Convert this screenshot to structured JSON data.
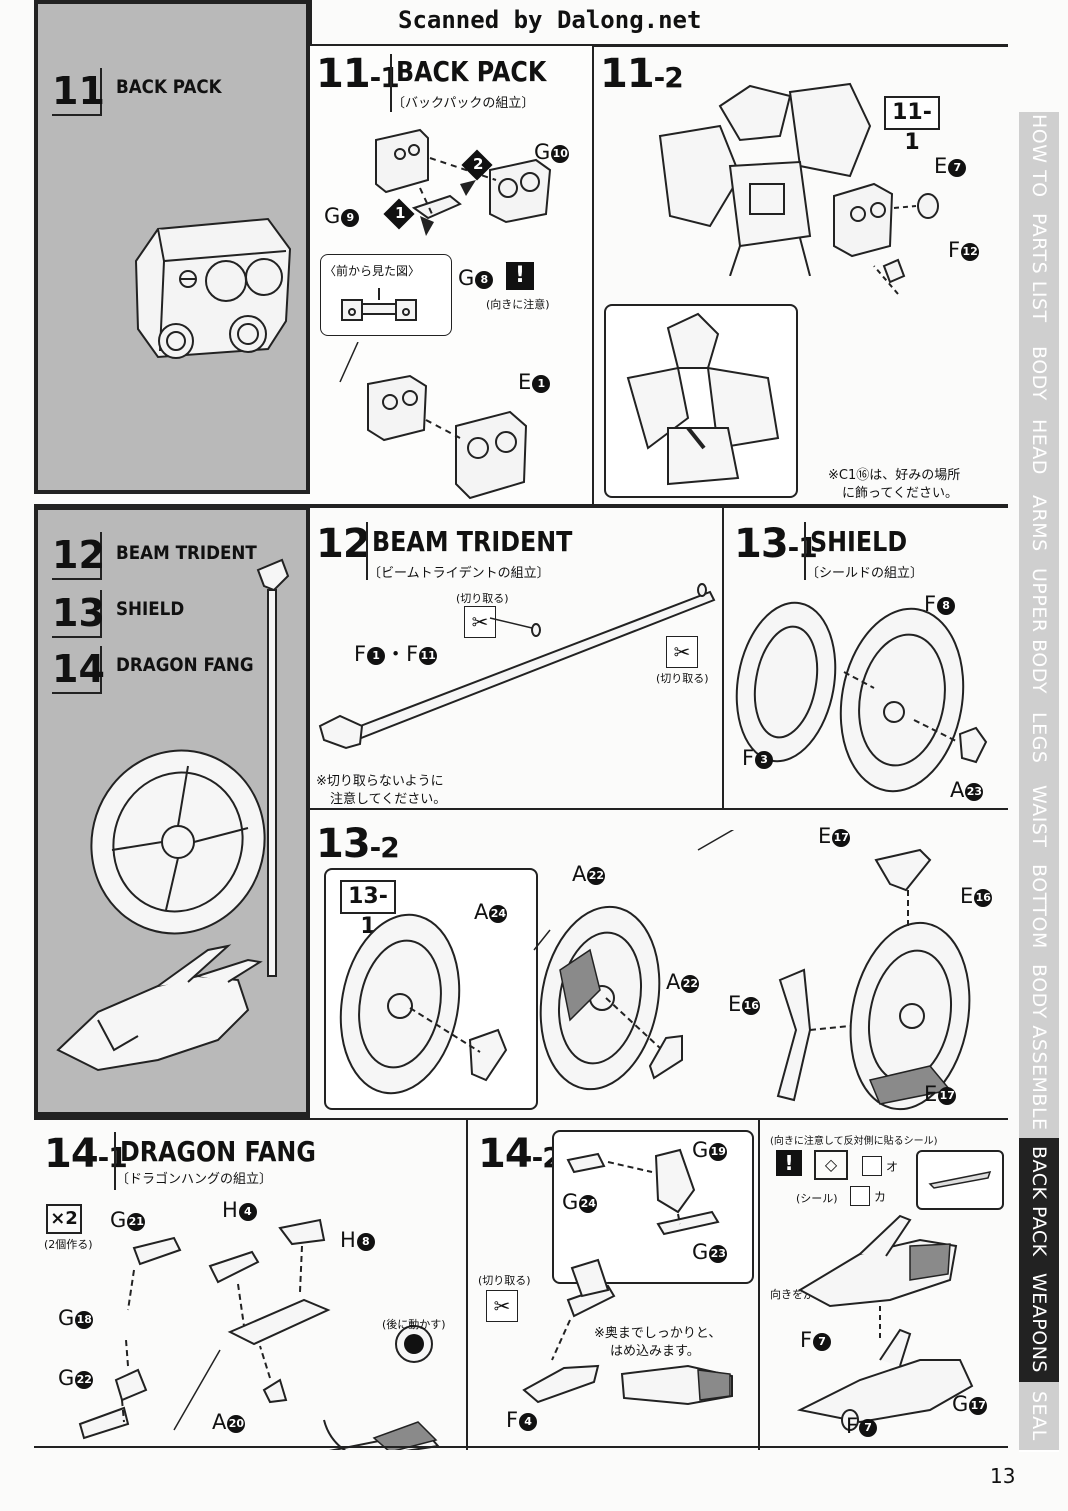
{
  "header": {
    "scan_credit": "Scanned by Dalong.net"
  },
  "page_number": "13",
  "index_panels": [
    {
      "items": [
        {
          "num": "11",
          "label": "BACK PACK"
        }
      ]
    },
    {
      "items": [
        {
          "num": "12",
          "label": "BEAM TRIDENT"
        },
        {
          "num": "13",
          "label": "SHIELD"
        },
        {
          "num": "14",
          "label": "DRAGON FANG"
        }
      ]
    }
  ],
  "steps": {
    "s11_1": {
      "num": "11",
      "sub": "-1",
      "title": "BACK PACK",
      "jp": "〔バックパックの組立〕",
      "front_view": "〈前から見た図〉",
      "caution": "(向きに注意)",
      "parts": {
        "g10": "G",
        "g10n": "10",
        "g9": "G",
        "g9n": "9",
        "g8": "G",
        "g8n": "8",
        "e1": "E",
        "e1n": "1"
      },
      "order": [
        "1",
        "2"
      ]
    },
    "s11_2": {
      "num": "11",
      "sub": "-2",
      "ref": "11-1",
      "parts": {
        "e7": "E",
        "e7n": "7",
        "f12": "F",
        "f12n": "12"
      },
      "note_line1": "※C1⑯は、好みの場所",
      "note_line2": "に飾ってください。"
    },
    "s12": {
      "num": "12",
      "title": "BEAM TRIDENT",
      "jp": "〔ビームトライデントの組立〕",
      "cut1": "(切り取る)",
      "cut2": "(切り取る)",
      "part": "F",
      "part_n1": "1",
      "part_sep": "・F",
      "part_n2": "11",
      "note_line1": "※切り取らないように",
      "note_line2": "注意してください。"
    },
    "s13_1": {
      "num": "13",
      "sub": "-1",
      "title": "SHIELD",
      "jp": "〔シールドの組立〕",
      "parts": {
        "f8": "F",
        "f8n": "8",
        "f3": "F",
        "f3n": "3",
        "a23": "A",
        "a23n": "23"
      }
    },
    "s13_2": {
      "num": "13",
      "sub": "-2",
      "ref": "13-1",
      "parts": {
        "a24": "A",
        "a24n": "24",
        "a22a": "A",
        "a22an": "22",
        "a22b": "A",
        "a22bn": "22",
        "e17a": "E",
        "e17an": "17",
        "e16a": "E",
        "e16an": "16",
        "e16b": "E",
        "e16bn": "16",
        "e17b": "E",
        "e17bn": "17"
      }
    },
    "s14_1": {
      "num": "14",
      "sub": "-1",
      "title": "DRAGON FANG",
      "jp": "〔ドラゴンハングの組立〕",
      "times": "×2",
      "times_note": "(2個作る)",
      "move_back": "(後に動かす)",
      "parts": {
        "g21": "G",
        "g21n": "21",
        "g18": "G",
        "g18n": "18",
        "g22": "G",
        "g22n": "22",
        "h4": "H",
        "h4n": "4",
        "h8": "H",
        "h8n": "8",
        "a20": "A",
        "a20n": "20"
      }
    },
    "s14_2": {
      "num": "14",
      "sub": "-2",
      "cut": "(切り取る)",
      "note_line1": "※奥までしっかりと、",
      "note_line2": "はめ込みます。",
      "seal_note": "(向きに注意して反対側に貼るシール)",
      "seal": "(シール)",
      "flip": "向きをかえます。",
      "seal_o": "オ",
      "seal_ka": "カ",
      "parts": {
        "g19": "G",
        "g19n": "19",
        "g24": "G",
        "g24n": "24",
        "g23": "G",
        "g23n": "23",
        "f4": "F",
        "f4n": "4",
        "f7a": "F",
        "f7an": "7",
        "f7b": "F",
        "f7bn": "7",
        "g17": "G",
        "g17n": "17"
      }
    }
  },
  "sidebar_tabs": [
    {
      "label": "HOW TO",
      "active": false
    },
    {
      "label": "PARTS LIST",
      "active": false
    },
    {
      "label": "BODY",
      "active": false
    },
    {
      "label": "HEAD",
      "active": false
    },
    {
      "label": "ARMS",
      "active": false
    },
    {
      "label": "UPPER BODY",
      "active": false
    },
    {
      "label": "LEGS",
      "active": false
    },
    {
      "label": "WAIST",
      "active": false
    },
    {
      "label": "BOTTOM",
      "active": false
    },
    {
      "label": "BODY ASSEMBLE",
      "active": false
    },
    {
      "label": "BACK PACK",
      "active": true
    },
    {
      "label": "WEAPONS",
      "active": true
    },
    {
      "label": "SEAL",
      "active": false
    }
  ]
}
